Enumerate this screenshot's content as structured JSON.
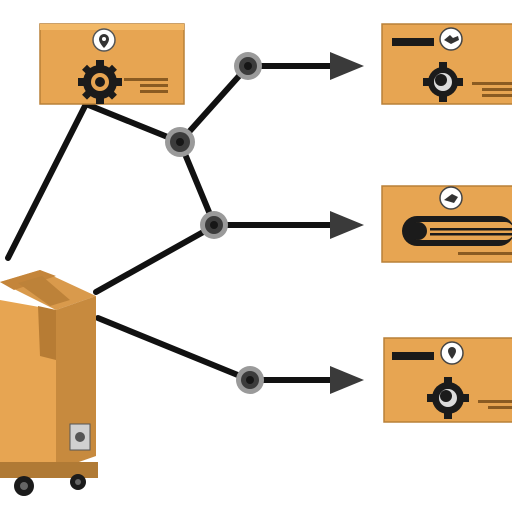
{
  "diagram": {
    "description_free": true,
    "icons": {
      "source_box": "cardboard-box-icon",
      "gear": "gear-icon",
      "node": "junction-node-icon",
      "arrow": "arrow-right-icon",
      "pin": "location-pin-icon",
      "hand": "hand-icon",
      "tag": "tag-icon"
    },
    "colors": {
      "box_orange": "#e7a552",
      "box_orange_dark": "#c78a3e",
      "box_outline": "#9a6a2a",
      "line": "#111111",
      "node_fill": "#4b4b4b",
      "node_ring": "#9a9a9a",
      "gear": "#1b1b1b",
      "background": "#ffffff"
    },
    "targets": [
      {
        "id": "target-top"
      },
      {
        "id": "target-middle"
      },
      {
        "id": "target-bottom"
      }
    ]
  }
}
